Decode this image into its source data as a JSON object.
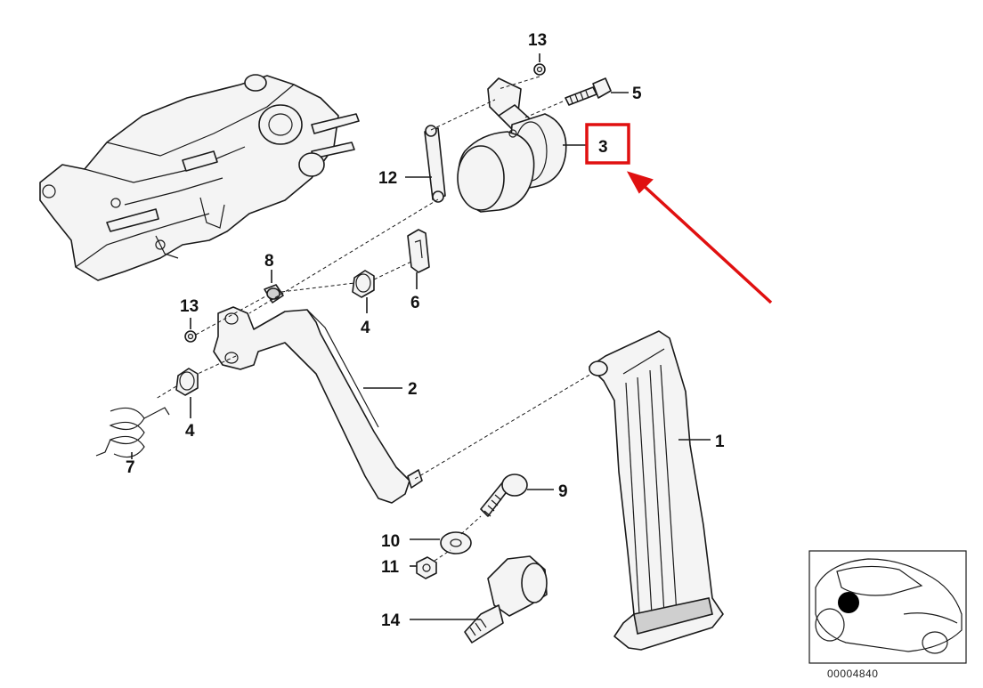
{
  "callouts": {
    "c1": "1",
    "c2": "2",
    "c3": "3",
    "c4a": "4",
    "c4b": "4",
    "c5": "5",
    "c6": "6",
    "c7": "7",
    "c8": "8",
    "c9": "9",
    "c10": "10",
    "c11": "11",
    "c12": "12",
    "c13a": "13",
    "c13b": "13",
    "c14": "14"
  },
  "highlight": {
    "part": "3",
    "box_color": "#e01010",
    "arrow_color": "#e01010"
  },
  "reference_number": "00004840",
  "colors": {
    "line": "#1a1a1a",
    "background": "#ffffff",
    "location_dot": "#000000"
  }
}
